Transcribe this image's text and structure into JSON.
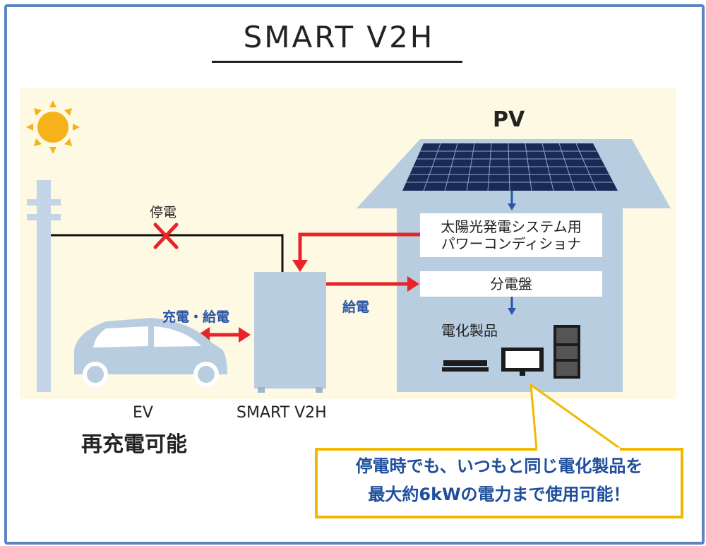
{
  "title": "SMART V2H",
  "labels": {
    "pv": "PV",
    "outage": "停電",
    "charge_discharge": "充電・給電",
    "supply": "給電",
    "ev": "EV",
    "v2h": "SMART V2H",
    "recharge": "再充電可能"
  },
  "house": {
    "pcs_line1": "太陽光発電システム用",
    "pcs_line2": "パワーコンディショナ",
    "panel": "分電盤",
    "appliances": "電化製品"
  },
  "callout": {
    "line1": "停電時でも、いつもと同じ電化製品を",
    "line2": "最大約6kWの電力まで使用可能！"
  },
  "colors": {
    "frame": "#5b86c0",
    "house": "#b9cde0",
    "arrow_red": "#e8232a",
    "arrow_blue": "#2a56a8",
    "callout_border": "#f2b800",
    "callout_text": "#1f4e9c",
    "label_blue": "#2a56a8"
  }
}
